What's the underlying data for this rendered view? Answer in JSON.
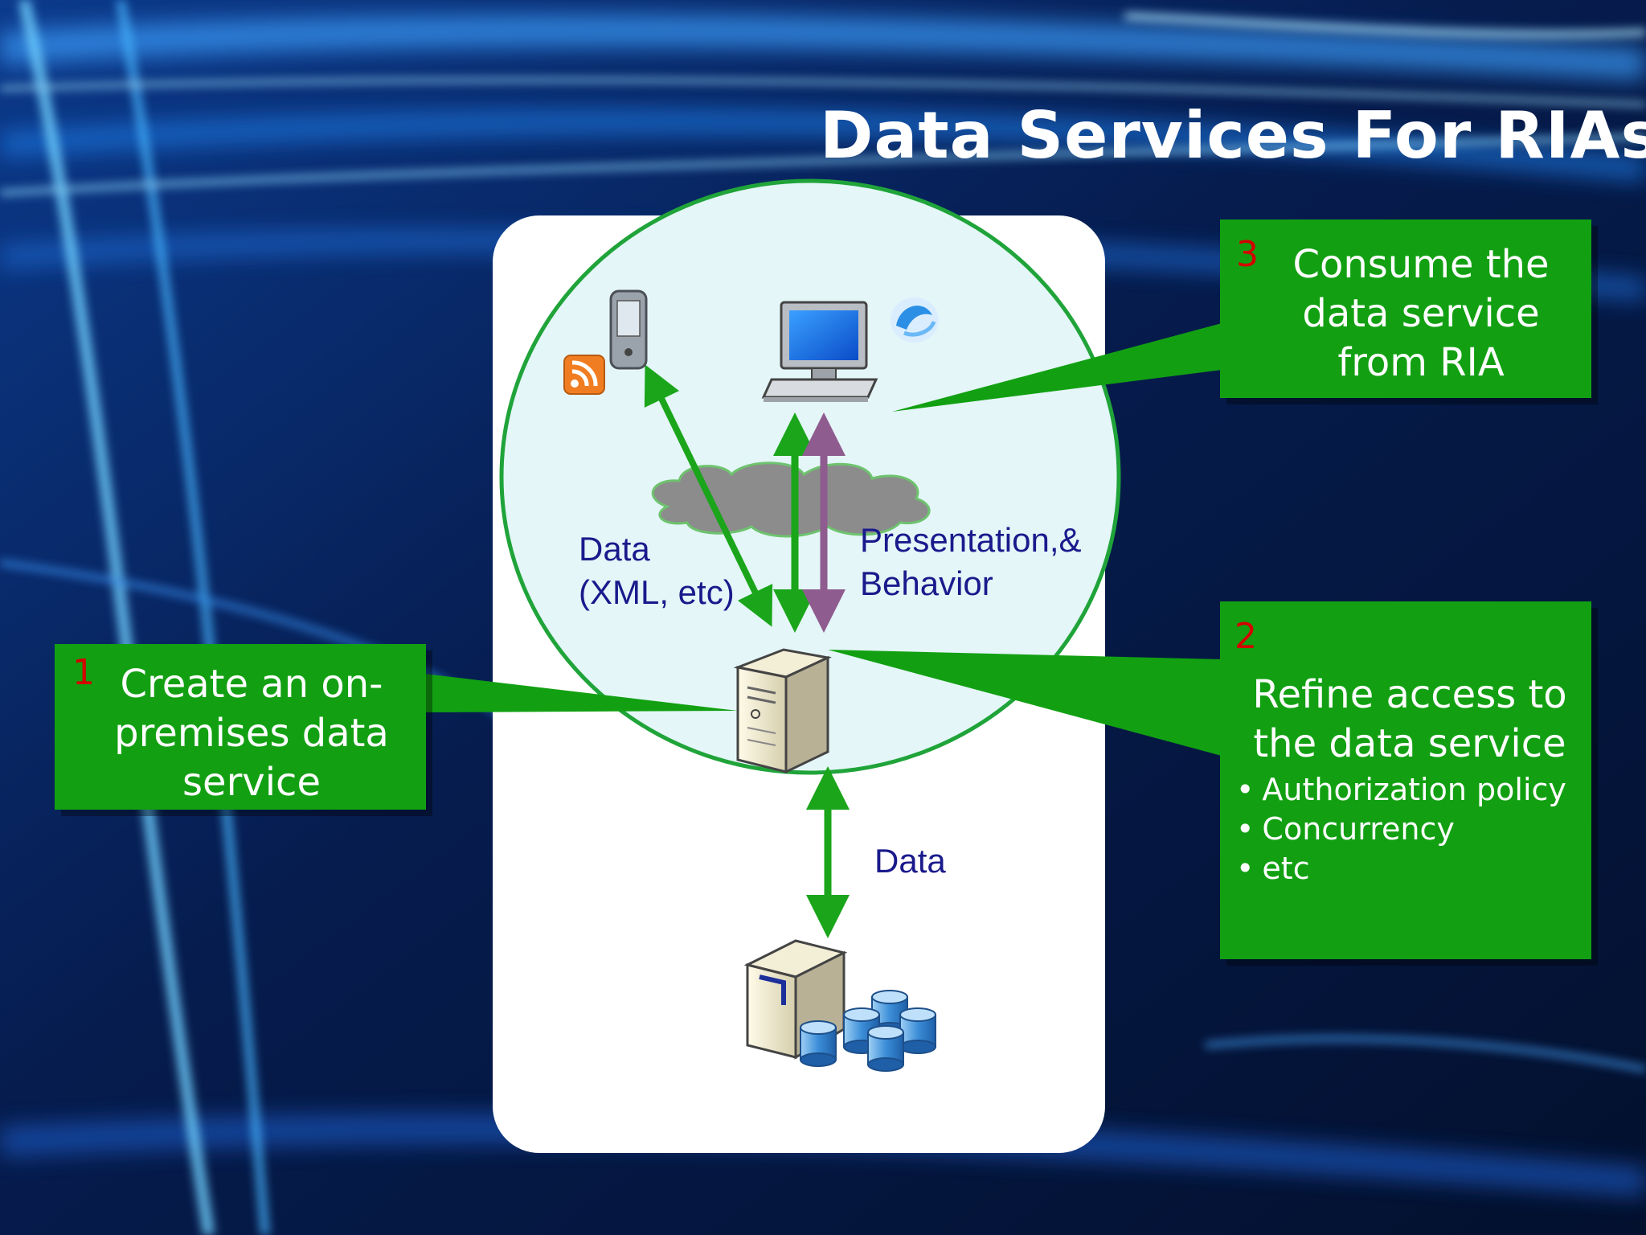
{
  "title": "Data Services For RIAs",
  "diagram": {
    "label_data_xml": [
      "Data",
      "(XML, etc)"
    ],
    "label_presentation": [
      "Presentation,&",
      "Behavior"
    ],
    "label_data_bottom": "Data"
  },
  "callouts": {
    "consume": {
      "number": "3",
      "lines": [
        "Consume the",
        "data service",
        "from RIA"
      ]
    },
    "create": {
      "number": "1",
      "lines": [
        "Create an on-",
        "premises data",
        "service"
      ]
    },
    "refine": {
      "number": "2",
      "lines": [
        "Refine access to",
        "the data service"
      ],
      "bullets": [
        "Authorization policy",
        "Concurrency",
        "etc"
      ]
    }
  },
  "colors": {
    "background": "#061a45",
    "callout_green": "#12a012",
    "number_red": "#d40000",
    "label_navy": "#1a1a8c",
    "arrow_green": "#1aa51a",
    "arrow_purple": "#8e5c8e",
    "circle_fill": "#e4f6f8"
  },
  "icons": [
    "mobile-device-icon",
    "rss-icon",
    "desktop-computer-icon",
    "silverlight-icon",
    "cloud-icon",
    "server-icon",
    "database-server-icon"
  ]
}
